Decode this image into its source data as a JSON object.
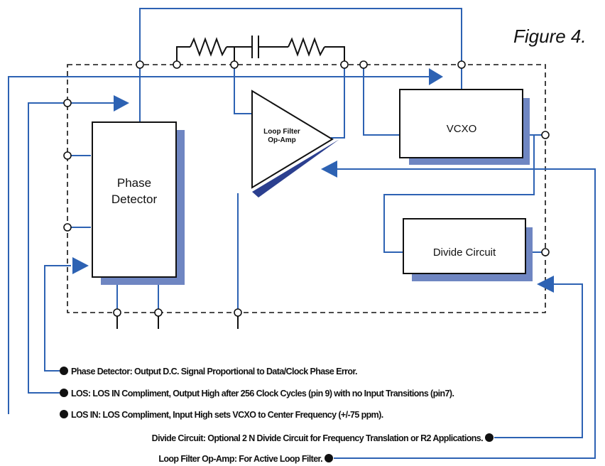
{
  "figure_label": "Figure 4.",
  "blocks": {
    "phase_detector": {
      "line1": "Phase",
      "line2": "Detector"
    },
    "loop_filter": {
      "line1": "Loop Filter",
      "line2": "Op-Amp"
    },
    "vcxo": {
      "label": "VCXO"
    },
    "divide_circuit": {
      "label": "Divide Circuit"
    }
  },
  "notes": [
    "Phase Detector: Output D.C. Signal Proportional to Data/Clock Phase Error.",
    "LOS: LOS IN Compliment, Output High after 256 Clock Cycles (pin 9) with no Input Transitions (pin7).",
    "LOS IN: LOS Compliment, Input High sets VCXO to Center Frequency (+/-75 ppm).",
    "Divide Circuit: Optional 2 N Divide Circuit for Frequency Translation or R2 Applications.",
    "Loop Filter Op-Amp: For Active Loop Filter."
  ],
  "colors": {
    "wire": "#2d62b3",
    "shadow": "#6f86c2",
    "outline": "#111111"
  }
}
